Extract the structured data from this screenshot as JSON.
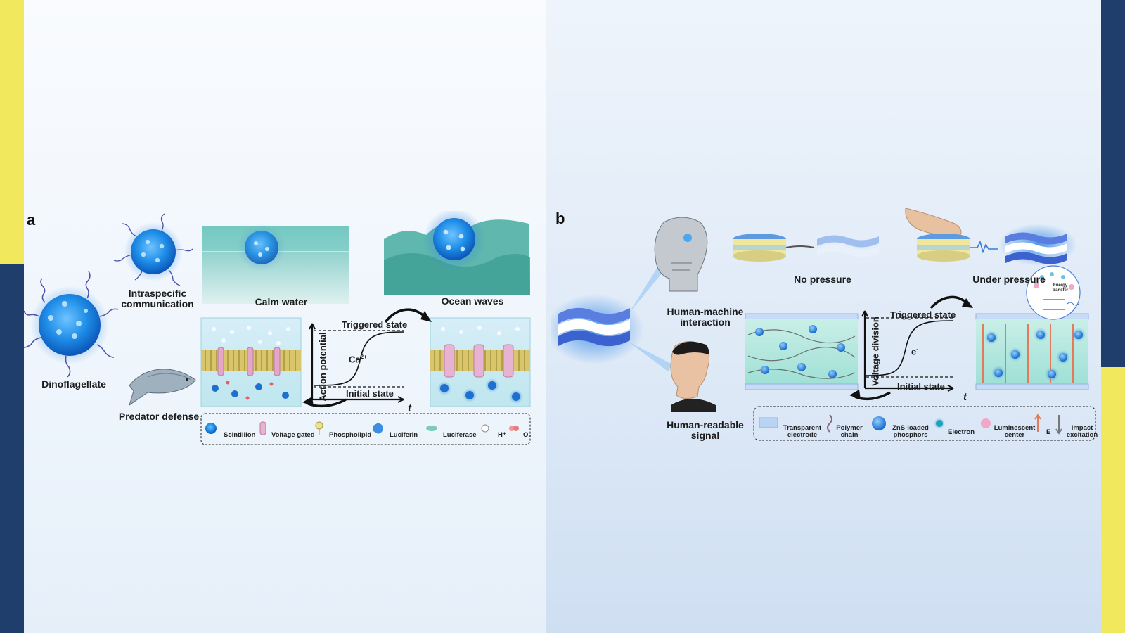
{
  "panel_a": {
    "letter": "a",
    "dinoflagellate": "Dinoflagellate",
    "intraspecific": "Intraspecific communication",
    "calm_water": "Calm water",
    "ocean_waves": "Ocean waves",
    "predator_defense": "Predator defense",
    "graph": {
      "triggered": "Triggered state",
      "initial": "Initial state",
      "ylabel": "Action potential",
      "xlabel": "t",
      "ion": "Ca",
      "ion_sup": "2+"
    },
    "legend": [
      "Scintillion",
      "Voltage gated",
      "Phospholipid",
      "Luciferin",
      "Luciferase",
      "H⁺",
      "O₂"
    ]
  },
  "panel_b": {
    "letter": "b",
    "hmi": "Human-machine interaction",
    "human_readable": "Human-readable signal",
    "no_pressure": "No pressure",
    "under_pressure": "Under pressure",
    "graph": {
      "triggered": "Triggered state",
      "initial": "Initial state",
      "ylabel": "Voltage division",
      "xlabel": "t",
      "carrier": "e",
      "carrier_sup": "-"
    },
    "inset_label": "Energy transfer",
    "legend": [
      "Transparent electrode",
      "Polymer chain",
      "ZnS-loaded phosphors",
      "Electron",
      "Luminescent center",
      "E",
      "Impact excitation"
    ]
  },
  "colors": {
    "left_bg": "#f3f8fd",
    "right_bg": "#dde9f7",
    "stripe_yellow": "#f2e85e",
    "stripe_navy": "#1f3e6b",
    "glow_blue": "#2f86e6",
    "water": "#63bdb8"
  }
}
